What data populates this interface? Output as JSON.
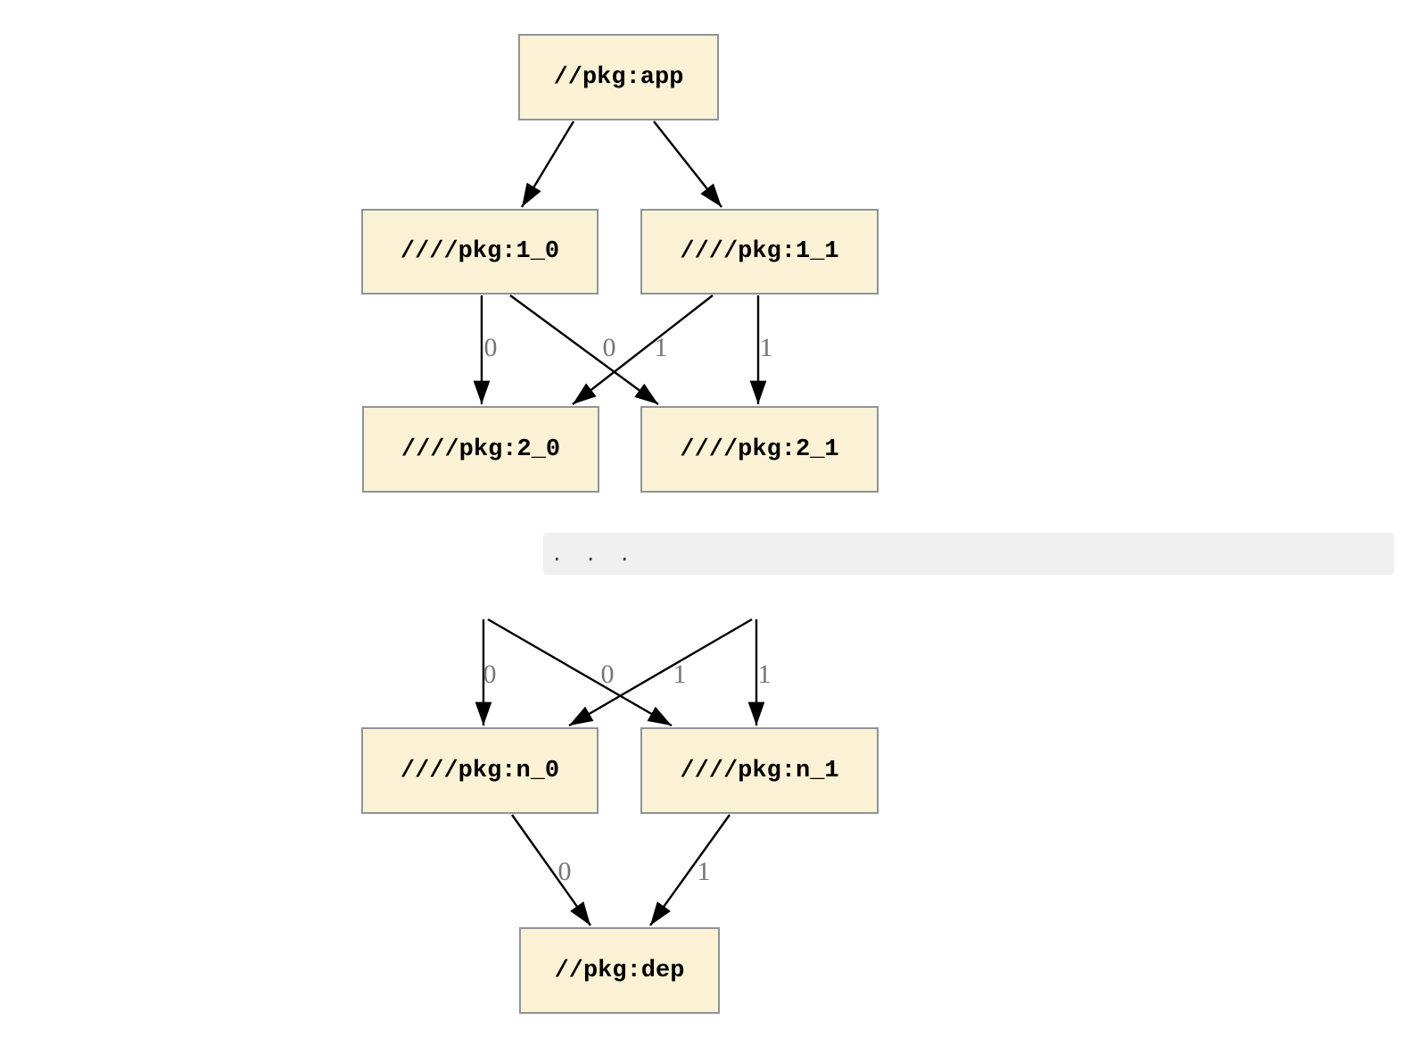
{
  "diagram": {
    "type": "dependency-graph",
    "nodes": [
      {
        "id": "app",
        "label": "//pkg:app"
      },
      {
        "id": "1_0",
        "label": "////pkg:1_0"
      },
      {
        "id": "1_1",
        "label": "////pkg:1_1"
      },
      {
        "id": "2_0",
        "label": "////pkg:2_0"
      },
      {
        "id": "2_1",
        "label": "////pkg:2_1"
      },
      {
        "id": "n_0",
        "label": "////pkg:n_0"
      },
      {
        "id": "n_1",
        "label": "////pkg:n_1"
      },
      {
        "id": "dep",
        "label": "//pkg:dep"
      }
    ],
    "edges": [
      {
        "from": "app",
        "to": "1_0",
        "label": ""
      },
      {
        "from": "app",
        "to": "1_1",
        "label": ""
      },
      {
        "from": "1_0",
        "to": "2_0",
        "label": "0"
      },
      {
        "from": "1_1",
        "to": "2_0",
        "label": "0"
      },
      {
        "from": "1_0",
        "to": "2_1",
        "label": "1"
      },
      {
        "from": "1_1",
        "to": "2_1",
        "label": "1"
      },
      {
        "from": "...",
        "to": "n_0",
        "label": "0"
      },
      {
        "from": "...",
        "to": "n_0",
        "label": "0"
      },
      {
        "from": "...",
        "to": "n_1",
        "label": "1"
      },
      {
        "from": "...",
        "to": "n_1",
        "label": "1"
      },
      {
        "from": "n_0",
        "to": "dep",
        "label": "0"
      },
      {
        "from": "n_1",
        "to": "dep",
        "label": "1"
      }
    ],
    "ellipsis_text": ".  .  .",
    "colors": {
      "node_fill": "#FBF2D6",
      "node_border": "#8D9499",
      "node_text": "#000000",
      "edge_stroke": "#000000",
      "edge_label": "#757575",
      "ellipsis_bar_bg": "#F0F0F0",
      "ellipsis_text": "#3C3C3C"
    }
  }
}
